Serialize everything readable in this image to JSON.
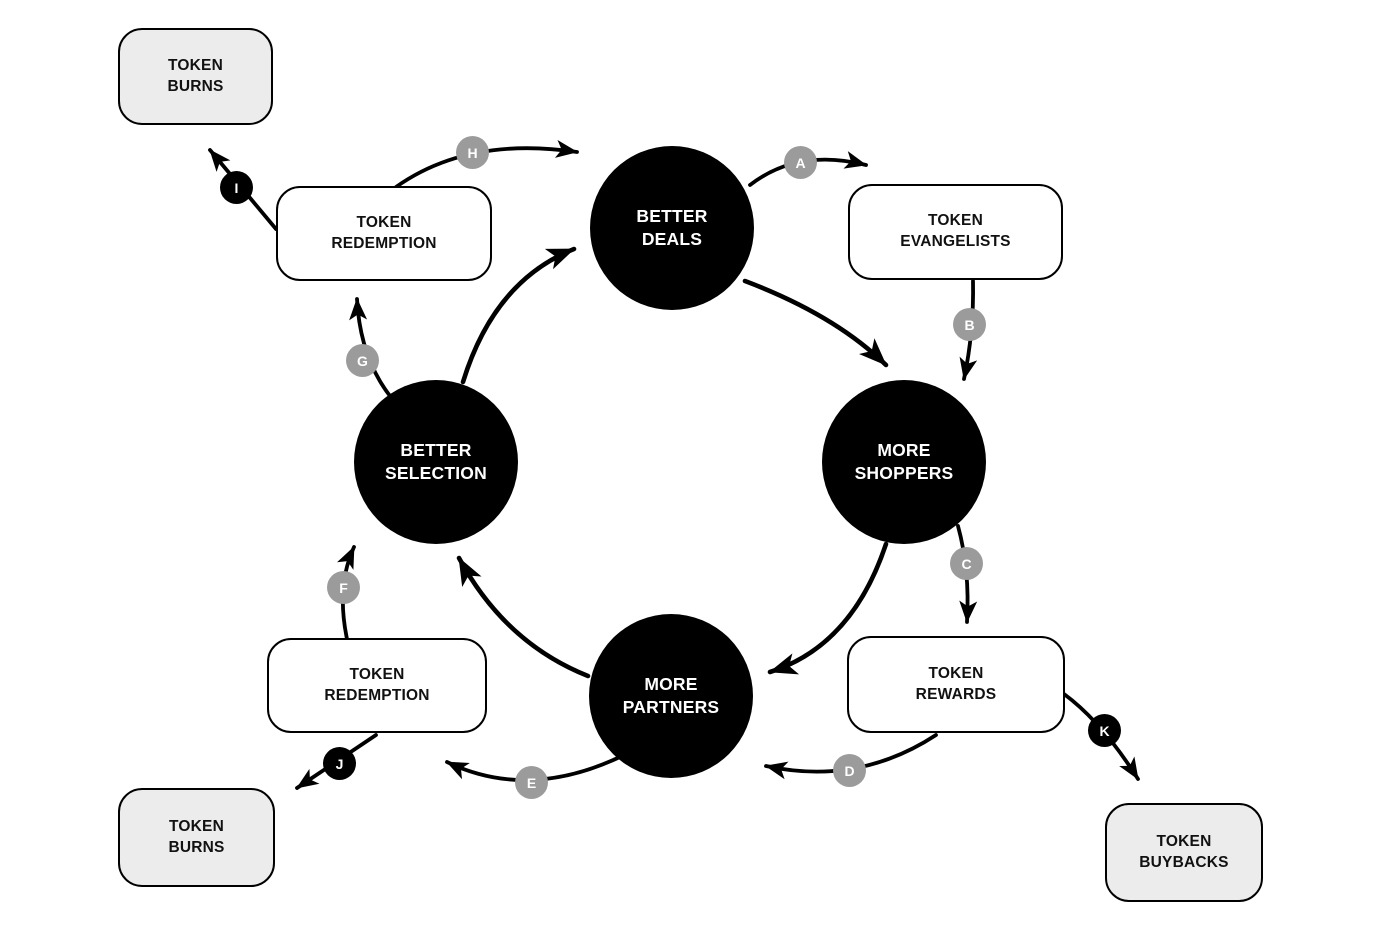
{
  "colors": {
    "background": "#ffffff",
    "node_fill": "#000000",
    "node_text": "#ffffff",
    "box_fill_white": "#ffffff",
    "box_fill_gray": "#ececec",
    "box_border": "#000000",
    "box_text": "#111111",
    "badge_gray": "#9b9b9b",
    "badge_black": "#000000",
    "badge_text": "#ffffff",
    "arrow": "#000000"
  },
  "circles": [
    {
      "id": "better-deals",
      "line1": "BETTER",
      "line2": "DEALS"
    },
    {
      "id": "more-shoppers",
      "line1": "MORE",
      "line2": "SHOPPERS"
    },
    {
      "id": "better-selection",
      "line1": "BETTER",
      "line2": "SELECTION"
    },
    {
      "id": "more-partners",
      "line1": "MORE",
      "line2": "PARTNERS"
    }
  ],
  "boxes": [
    {
      "id": "token-burns-top",
      "line1": "TOKEN",
      "line2": "BURNS",
      "variant": "gray"
    },
    {
      "id": "token-redemption-top",
      "line1": "TOKEN",
      "line2": "REDEMPTION",
      "variant": "white"
    },
    {
      "id": "token-evangelists",
      "line1": "TOKEN",
      "line2": "EVANGELISTS",
      "variant": "white"
    },
    {
      "id": "token-rewards",
      "line1": "TOKEN",
      "line2": "REWARDS",
      "variant": "white"
    },
    {
      "id": "token-redemption-bottom",
      "line1": "TOKEN",
      "line2": "REDEMPTION",
      "variant": "white"
    },
    {
      "id": "token-burns-bottom",
      "line1": "TOKEN",
      "line2": "BURNS",
      "variant": "gray"
    },
    {
      "id": "token-buybacks",
      "line1": "TOKEN",
      "line2": "BUYBACKS",
      "variant": "gray"
    }
  ],
  "edges": [
    {
      "label": "A",
      "badge": "gray",
      "from": "better-deals",
      "to": "token-evangelists"
    },
    {
      "label": "B",
      "badge": "gray",
      "from": "token-evangelists",
      "to": "more-shoppers"
    },
    {
      "label": "C",
      "badge": "gray",
      "from": "more-shoppers",
      "to": "token-rewards"
    },
    {
      "label": "D",
      "badge": "gray",
      "from": "token-rewards",
      "to": "more-partners"
    },
    {
      "label": "E",
      "badge": "gray",
      "from": "more-partners",
      "to": "token-redemption-bottom"
    },
    {
      "label": "F",
      "badge": "gray",
      "from": "token-redemption-bottom",
      "to": "better-selection"
    },
    {
      "label": "G",
      "badge": "gray",
      "from": "better-selection",
      "to": "token-redemption-top"
    },
    {
      "label": "H",
      "badge": "gray",
      "from": "token-redemption-top",
      "to": "better-deals"
    },
    {
      "label": "I",
      "badge": "black",
      "from": "token-redemption-top",
      "to": "token-burns-top"
    },
    {
      "label": "J",
      "badge": "black",
      "from": "token-redemption-bottom",
      "to": "token-burns-bottom"
    },
    {
      "label": "K",
      "badge": "black",
      "from": "token-rewards",
      "to": "token-buybacks"
    },
    {
      "label": "",
      "badge": "none",
      "from": "better-deals",
      "to": "more-shoppers"
    },
    {
      "label": "",
      "badge": "none",
      "from": "more-shoppers",
      "to": "more-partners"
    },
    {
      "label": "",
      "badge": "none",
      "from": "more-partners",
      "to": "better-selection"
    },
    {
      "label": "",
      "badge": "none",
      "from": "better-selection",
      "to": "better-deals"
    }
  ]
}
